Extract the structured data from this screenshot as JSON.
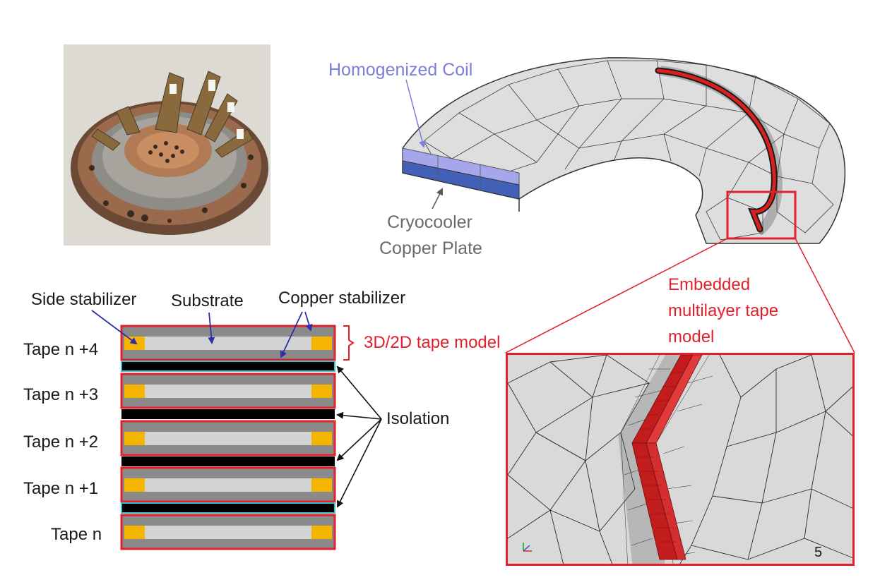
{
  "labels": {
    "homogenized_coil": "Homogenized Coil",
    "cryocooler_line1": "Cryocooler",
    "cryocooler_line2": "Copper Plate",
    "embedded_line1": "Embedded",
    "embedded_line2": "multilayer tape",
    "embedded_line3": "model",
    "side_stabilizer": "Side stabilizer",
    "substrate": "Substrate",
    "copper_stabilizer": "Copper stabilizer",
    "tape_model": "3D/2D tape model",
    "isolation": "Isolation",
    "inset_number": "5"
  },
  "tapes": [
    "Tape n +4",
    "Tape n +3",
    "Tape n +2",
    "Tape n +1",
    "Tape n"
  ],
  "colors": {
    "tape_outline": "#e0202a",
    "substrate": "#d3d3d3",
    "copper_layer": "#8a8a8a",
    "side_stabilizer": "#f4b400",
    "isolation": "#000000",
    "isolation_edge": "#3fc0c8",
    "homogenized_coil": "#9a9be6",
    "cryocooler_plate": "#3e5eb4",
    "mesh_fill": "#dedede",
    "embedded_tape": "#d8201f"
  }
}
